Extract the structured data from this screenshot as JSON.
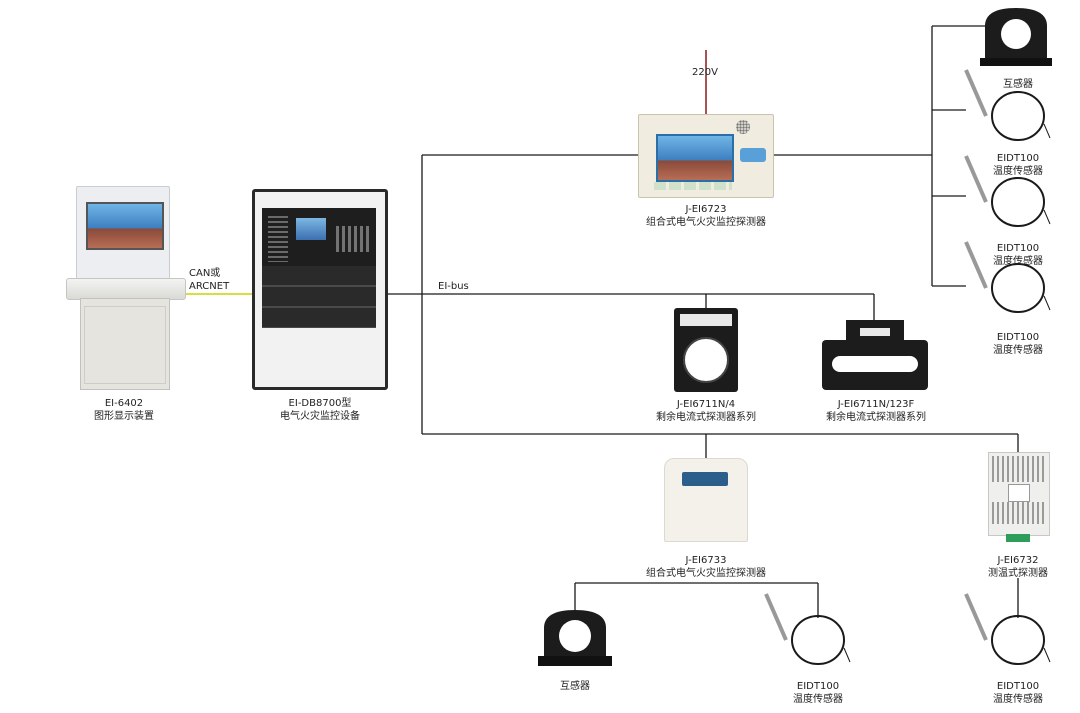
{
  "diagram": {
    "bus": {
      "can_label_1": "CAN或",
      "can_label_2": "ARCNET",
      "eibus_label": "EI-bus",
      "power_label": "220V"
    },
    "devices": {
      "display_unit": {
        "model": "EI-6402",
        "name": "图形显示装置"
      },
      "cabinet": {
        "model": "EI-DB8700型",
        "name": "电气火灾监控设备"
      },
      "detector_6723": {
        "model": "J-EI6723",
        "name": "组合式电气火灾监控探测器"
      },
      "detector_6711_4": {
        "model": "J-EI6711N/4",
        "name": "剩余电流式探测器系列"
      },
      "detector_6711_123f": {
        "model": "J-EI6711N/123F",
        "name": "剩余电流式探测器系列"
      },
      "detector_6733": {
        "model": "J-EI6733",
        "name": "组合式电气火灾监控探测器"
      },
      "detector_6732": {
        "model": "J-EI6732",
        "name": "测温式探测器"
      }
    },
    "sensors": {
      "ct_top": {
        "name": "互感器"
      },
      "temp_1": {
        "model": "EIDT100",
        "name": "温度传感器"
      },
      "temp_2": {
        "model": "EIDT100",
        "name": "温度传感器"
      },
      "temp_3": {
        "model": "EIDT100",
        "name": "温度传感器"
      },
      "ct_bottom": {
        "name": "互感器"
      },
      "temp_bottom_mid": {
        "model": "EIDT100",
        "name": "温度传感器"
      },
      "temp_bottom_right": {
        "model": "EIDT100",
        "name": "温度传感器"
      }
    },
    "colors": {
      "wire": "#1a1a1a",
      "can_wire": "#c8d400",
      "power_wire": "#8b1a1a"
    }
  }
}
